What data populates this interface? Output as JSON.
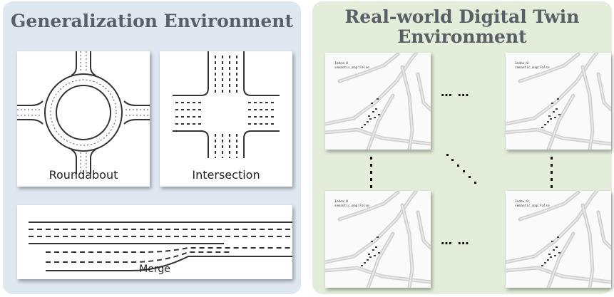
{
  "left_panel": {
    "title": "Generalization Environment",
    "tiles": {
      "roundabout": "Roundabout",
      "intersection": "Intersection",
      "merge": "Merge"
    },
    "background_color": "#dfe7f1"
  },
  "right_panel": {
    "title_line1": "Real-world Digital Twin",
    "title_line2": "Environment",
    "map_caption_line1": "Index:0",
    "map_caption_line2": "semantic_map:False",
    "horizontal_ellipsis": "… …",
    "background_color": "#e3edd9"
  }
}
